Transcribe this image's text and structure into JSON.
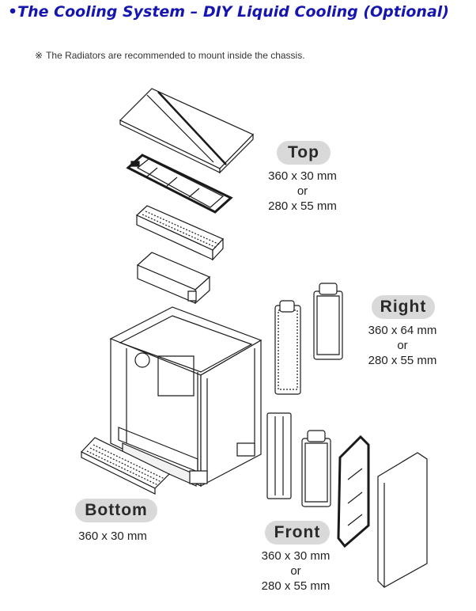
{
  "header": {
    "title": "•The Cooling System – DIY Liquid Cooling (Optional)"
  },
  "note": {
    "mark": "※",
    "text": "The Radiators are recommended to mount inside the chassis."
  },
  "labels": {
    "top": {
      "title": "Top",
      "line1": "360 x 30 mm",
      "or": "or",
      "line2": "280 x 55 mm"
    },
    "right": {
      "title": "Right",
      "line1": "360 x 64 mm",
      "or": "or",
      "line2": "280 x 55 mm"
    },
    "bottom": {
      "title": "Bottom",
      "line1": "360 x 30 mm"
    },
    "front": {
      "title": "Front",
      "line1": "360 x 30 mm",
      "or": "or",
      "line2": "280 x 55 mm"
    }
  }
}
